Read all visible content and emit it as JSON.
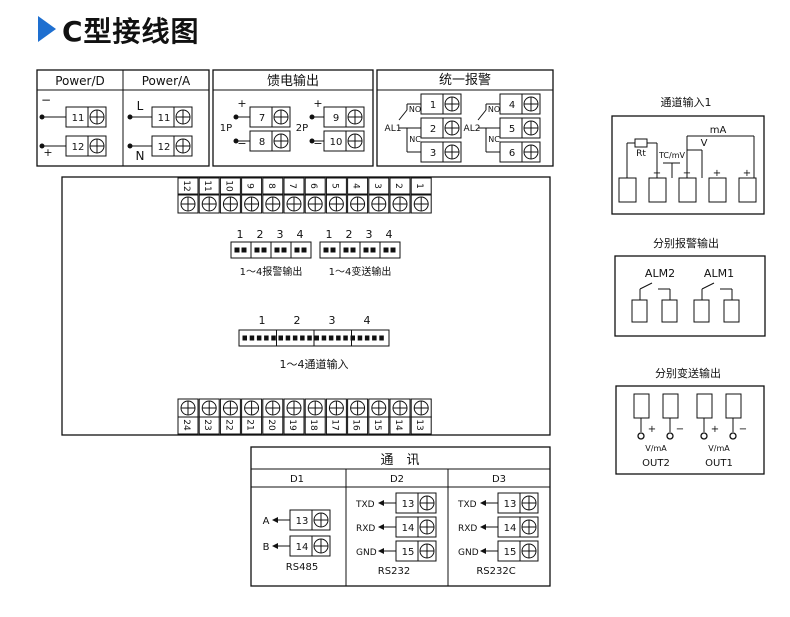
{
  "title": "C型接线图",
  "power": {
    "header_d": "Power/D",
    "header_a": "Power/A",
    "d_minus": "−",
    "d_t1": "11",
    "d_plus": "+",
    "d_t2": "12",
    "a_l": "L",
    "a_t1": "11",
    "a_n": "N",
    "a_t2": "12"
  },
  "feed": {
    "header": "馈电输出",
    "p1": "1P",
    "p1_plus": "+",
    "p1_t1": "7",
    "p1_minus": "−",
    "p1_t2": "8",
    "p2": "2P",
    "p2_plus": "+",
    "p2_t1": "9",
    "p2_minus": "−",
    "p2_t2": "10"
  },
  "alarm": {
    "header": "统一报警",
    "al1": "AL1",
    "al2": "AL2",
    "no": "NO",
    "nc": "NC",
    "left_terms": [
      "1",
      "2",
      "3"
    ],
    "right_terms": [
      "4",
      "5",
      "6"
    ]
  },
  "device": {
    "top_terms": [
      "12",
      "11",
      "10",
      "9",
      "8",
      "7",
      "6",
      "5",
      "4",
      "3",
      "2",
      "1"
    ],
    "bottom_terms": [
      "24",
      "23",
      "22",
      "21",
      "20",
      "19",
      "18",
      "17",
      "16",
      "15",
      "14",
      "13"
    ],
    "alarm_nums": [
      "1",
      "2",
      "3",
      "4"
    ],
    "trans_nums": [
      "1",
      "2",
      "3",
      "4"
    ],
    "alarm_caption": "1～4报警输出",
    "trans_caption": "1～4变送输出",
    "input_nums": [
      "1",
      "2",
      "3",
      "4"
    ],
    "input_caption": "1～4通道输入"
  },
  "comm": {
    "header": "通　讯",
    "d1": "D1",
    "d2": "D2",
    "d3": "D3",
    "d1_a": "A",
    "d1_b": "B",
    "d1_t1": "13",
    "d1_t2": "14",
    "d1_name": "RS485",
    "txd": "TXD",
    "rxd": "RXD",
    "gnd": "GND",
    "d_t": [
      "13",
      "14",
      "15"
    ],
    "d2_name": "RS232",
    "d3_name": "RS232C"
  },
  "side": {
    "input_title": "通道输入1",
    "rt": "Rt",
    "tc": "TC/mV",
    "v": "V",
    "ma": "mA",
    "plus": "+",
    "minus": "−",
    "alarm_title": "分别报警输出",
    "alm2": "ALM2",
    "alm1": "ALM1",
    "trans_title": "分别变送输出",
    "vma": "V/mA",
    "out2": "OUT2",
    "out1": "OUT1"
  }
}
